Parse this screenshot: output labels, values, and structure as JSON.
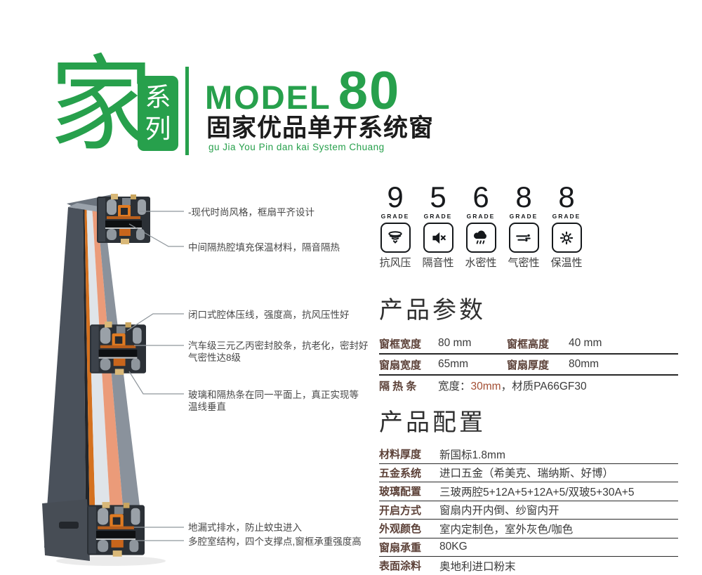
{
  "header": {
    "logo_char": "家",
    "series_badge_top": "系",
    "series_badge_bottom": "列",
    "model_label": "MODEL",
    "model_number": "80",
    "product_title": "固家优品单开系统窗",
    "product_subtitle": "gu Jia You Pin dan kai System Chuang"
  },
  "colors": {
    "brand_green": "#27a04c",
    "label_brown": "#5c4138",
    "highlight_red": "#a34e33",
    "profile_orange": "#e07b22",
    "profile_gray": "#4a515b"
  },
  "callouts": [
    {
      "line1": "-现代时尚风格，框扇平齐设计",
      "line2": ""
    },
    {
      "line1": "中间隔热腔填充保温材料，隔音隔热",
      "line2": ""
    },
    {
      "line1": "闭口式腔体压线，强度高，抗风压性好",
      "line2": ""
    },
    {
      "line1": "汽车级三元乙丙密封胶条，抗老化，密封好",
      "line2": "气密性达8级"
    },
    {
      "line1": "玻璃和隔热条在同一平面上，真正实现等",
      "line2": "温线垂直"
    },
    {
      "line1": "地漏式排水，防止蚊虫进入",
      "line2": ""
    },
    {
      "line1": "多腔室结构，四个支撑点,窗框承重强度高",
      "line2": ""
    }
  ],
  "grades": [
    {
      "value": "9",
      "unit": "GRADE",
      "label": "抗风压",
      "icon": "tornado-icon"
    },
    {
      "value": "5",
      "unit": "GRADE",
      "label": "隔音性",
      "icon": "speaker-mute-icon"
    },
    {
      "value": "6",
      "unit": "GRADE",
      "label": "水密性",
      "icon": "rain-cloud-icon"
    },
    {
      "value": "8",
      "unit": "GRADE",
      "label": "气密性",
      "icon": "wind-icon"
    },
    {
      "value": "8",
      "unit": "GRADE",
      "label": "保温性",
      "icon": "sun-icon"
    }
  ],
  "parameters": {
    "title": "产品参数",
    "rows": [
      {
        "label1": "窗框宽度",
        "value1": "80 mm",
        "label2": "窗框高度",
        "value2": "40 mm"
      },
      {
        "label1": "窗扇宽度",
        "value1": "65mm",
        "label2": "窗扇厚度",
        "value2": "80mm"
      }
    ],
    "insulation": {
      "label": "隔 热 条",
      "value_prefix": "宽度：",
      "value_highlight": "30mm",
      "value_suffix": "，材质PA66GF30"
    }
  },
  "configuration": {
    "title": "产品配置",
    "rows": [
      {
        "label": "材料厚度",
        "value": "新国标1.8mm"
      },
      {
        "label": "五金系统",
        "value": "进口五金（希美克、瑞纳斯、好博）"
      },
      {
        "label": "玻璃配置",
        "value": "三玻两腔5+12A+5+12A+5/双玻5+30A+5"
      },
      {
        "label": "开启方式",
        "value": "窗扇内开内倒、纱窗内开"
      },
      {
        "label": "外观颜色",
        "value": "室内定制色，室外灰色/咖色"
      },
      {
        "label": "窗扇承重",
        "value": "80KG"
      },
      {
        "label": "表面涂料",
        "value": "奥地利进口粉末"
      }
    ]
  }
}
